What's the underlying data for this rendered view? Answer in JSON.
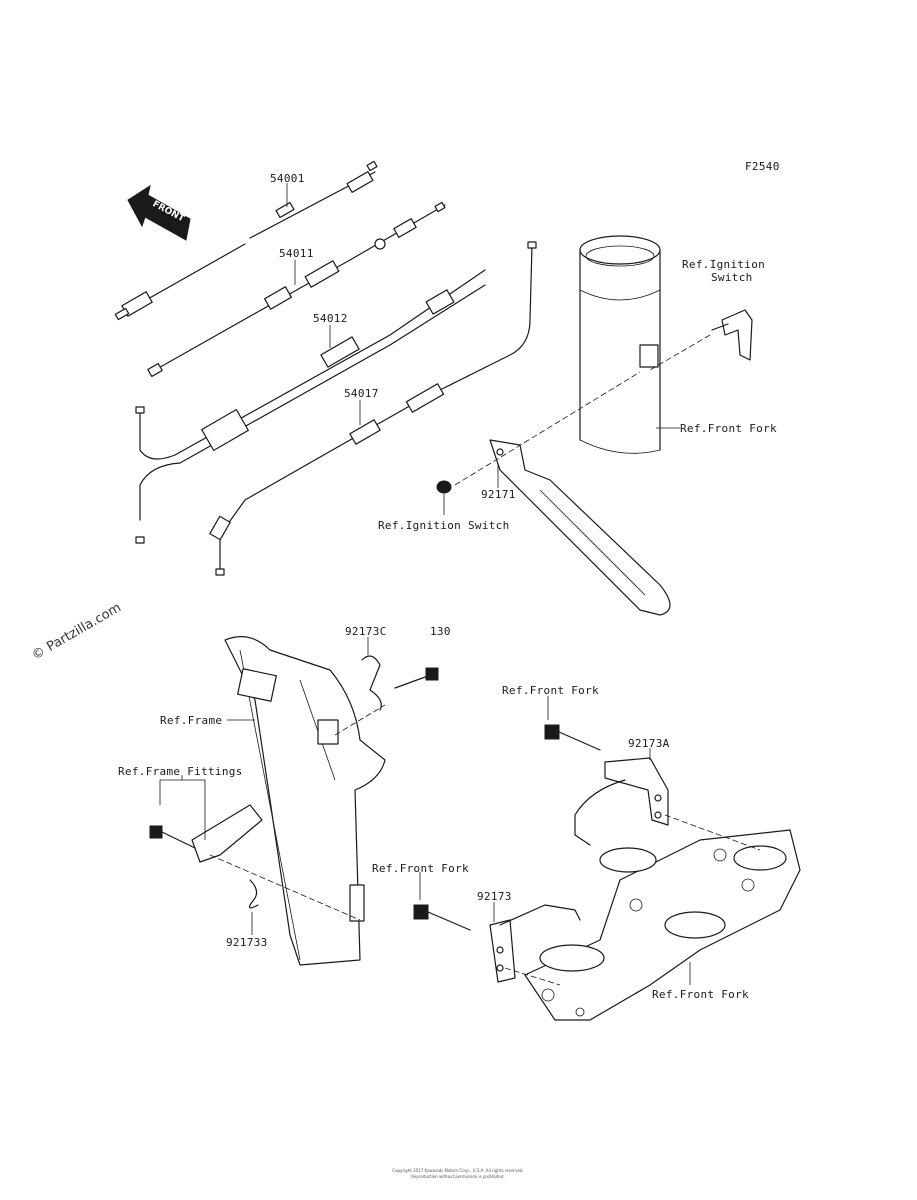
{
  "figure_code": "F2540",
  "front_arrow_label": "FRONT",
  "watermark": "© Partzilla.com",
  "copyright_line1": "Copyright 2017 Kawasaki Motors Corp., U.S.A. All rights reserved.",
  "copyright_line2": "Reproduction without permission is prohibited.",
  "labels": {
    "p54001": "54001",
    "p54011": "54011",
    "p54012": "54012",
    "p54017": "54017",
    "p92171": "92171",
    "p92173C": "92173C",
    "p130": "130",
    "p92173A": "92173A",
    "p92173": "92173",
    "p921733": "921733",
    "ref_ignition_switch_top_1": "Ref.Ignition",
    "ref_ignition_switch_top_2": "Switch",
    "ref_front_fork_1": "Ref.Front Fork",
    "ref_ignition_switch_bottom": "Ref.Ignition Switch",
    "ref_frame": "Ref.Frame",
    "ref_frame_fittings": "Ref.Frame Fittings",
    "ref_front_fork_2": "Ref.Front Fork",
    "ref_front_fork_3": "Ref.Front Fork",
    "ref_front_fork_4": "Ref.Front Fork"
  }
}
